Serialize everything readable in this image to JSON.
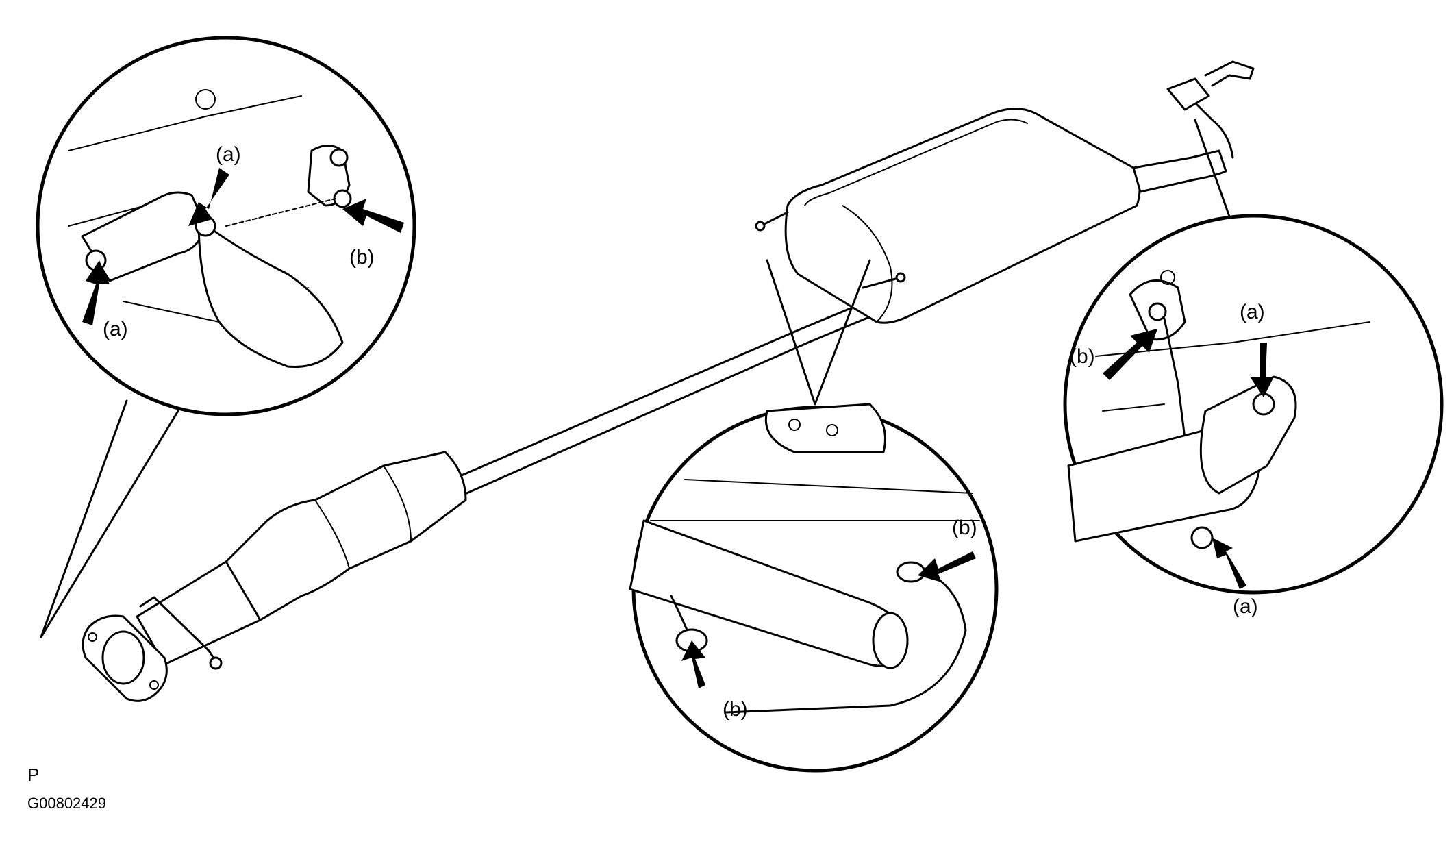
{
  "labels": {
    "a": "(a)",
    "b": "(b)"
  },
  "footer": {
    "view_letter": "P",
    "figure_code": "G00802429"
  }
}
